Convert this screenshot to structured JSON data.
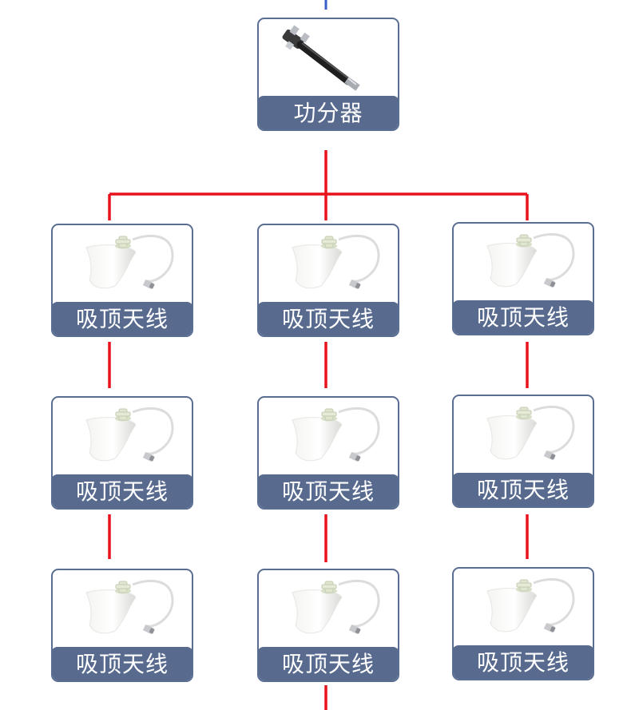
{
  "colors": {
    "card_border": "#5a6d92",
    "label_bg": "#586b8f",
    "connector": "#e8121c",
    "top_input_line": "#3a5fc4"
  },
  "splitter": {
    "label": "功分器",
    "icon": "power-splitter-icon"
  },
  "antenna_columns": [
    {
      "column": "left",
      "antennas": [
        {
          "label": "吸顶天线",
          "icon": "ceiling-antenna-icon"
        },
        {
          "label": "吸顶天线",
          "icon": "ceiling-antenna-icon"
        },
        {
          "label": "吸顶天线",
          "icon": "ceiling-antenna-icon"
        }
      ]
    },
    {
      "column": "center",
      "antennas": [
        {
          "label": "吸顶天线",
          "icon": "ceiling-antenna-icon"
        },
        {
          "label": "吸顶天线",
          "icon": "ceiling-antenna-icon"
        },
        {
          "label": "吸顶天线",
          "icon": "ceiling-antenna-icon"
        }
      ]
    },
    {
      "column": "right",
      "antennas": [
        {
          "label": "吸顶天线",
          "icon": "ceiling-antenna-icon"
        },
        {
          "label": "吸顶天线",
          "icon": "ceiling-antenna-icon"
        },
        {
          "label": "吸顶天线",
          "icon": "ceiling-antenna-icon"
        }
      ]
    }
  ]
}
